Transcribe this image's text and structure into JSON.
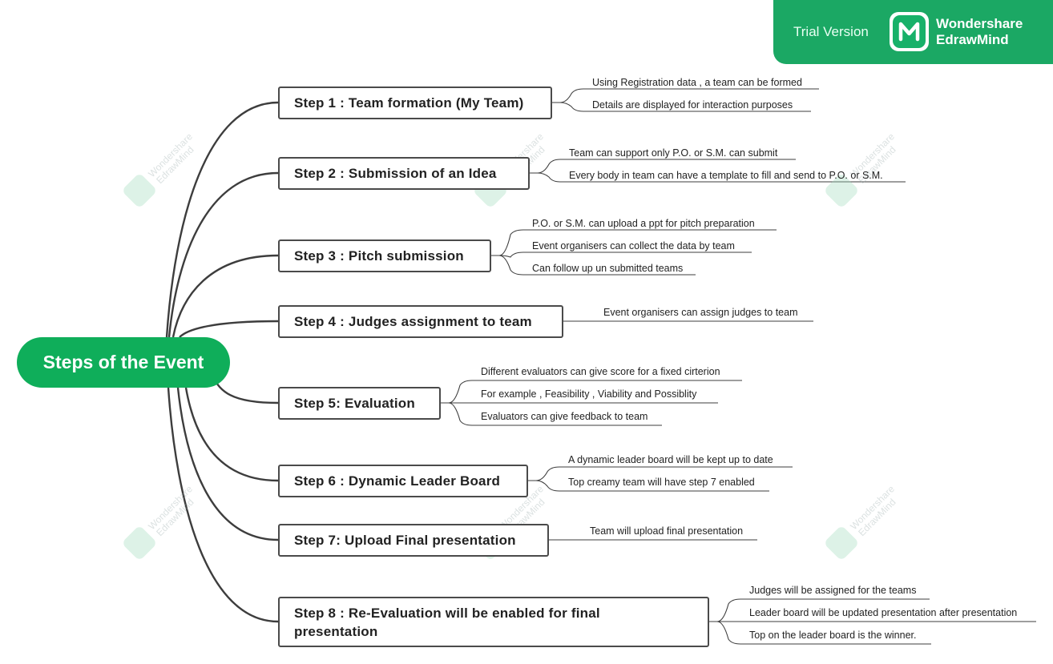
{
  "brand": {
    "trial_label": "Trial Version",
    "name_line1": "Wondershare",
    "name_line2": "EdrawMind",
    "logo_icon": "edrawmind-logo-icon",
    "color": "#1ba864"
  },
  "watermark": {
    "line1": "Wondershare",
    "line2": "EdrawMind"
  },
  "root": {
    "label": "Steps of the Event",
    "color": "#0fae5a"
  },
  "steps": [
    {
      "label": "Step 1 : Team formation (My Team)",
      "details": [
        "Using Registration data , a team can be formed",
        "Details are displayed for interaction purposes"
      ]
    },
    {
      "label": "Step 2 : Submission of an Idea",
      "details": [
        "Team can support only P.O. or S.M. can submit",
        "Every body in team can have a template to fill and send to P.O. or S.M."
      ]
    },
    {
      "label": "Step 3 : Pitch submission",
      "details": [
        "P.O. or S.M. can upload a ppt for pitch preparation",
        "Event organisers can collect the data by team",
        "Can follow up un submitted teams"
      ]
    },
    {
      "label": "Step 4 : Judges assignment to team",
      "details": [
        "Event organisers can assign judges to team"
      ]
    },
    {
      "label": "Step 5: Evaluation",
      "details": [
        "Different evaluators can give score for a fixed cirterion",
        "For example , Feasibility , Viability and Possiblity",
        "Evaluators can give feedback to team"
      ]
    },
    {
      "label": "Step 6 : Dynamic Leader Board",
      "details": [
        "A dynamic leader board will be kept up to date",
        "Top creamy team will have step 7 enabled"
      ]
    },
    {
      "label": "Step 7: Upload Final presentation",
      "details": [
        "Team will upload final presentation"
      ]
    },
    {
      "label": "Step 8 : Re-Evaluation will be enabled for final presentation",
      "details": [
        "Judges will be assigned for the teams",
        "Leader board will be updated presentation after presentation",
        "Top on the leader board is the winner."
      ]
    }
  ]
}
